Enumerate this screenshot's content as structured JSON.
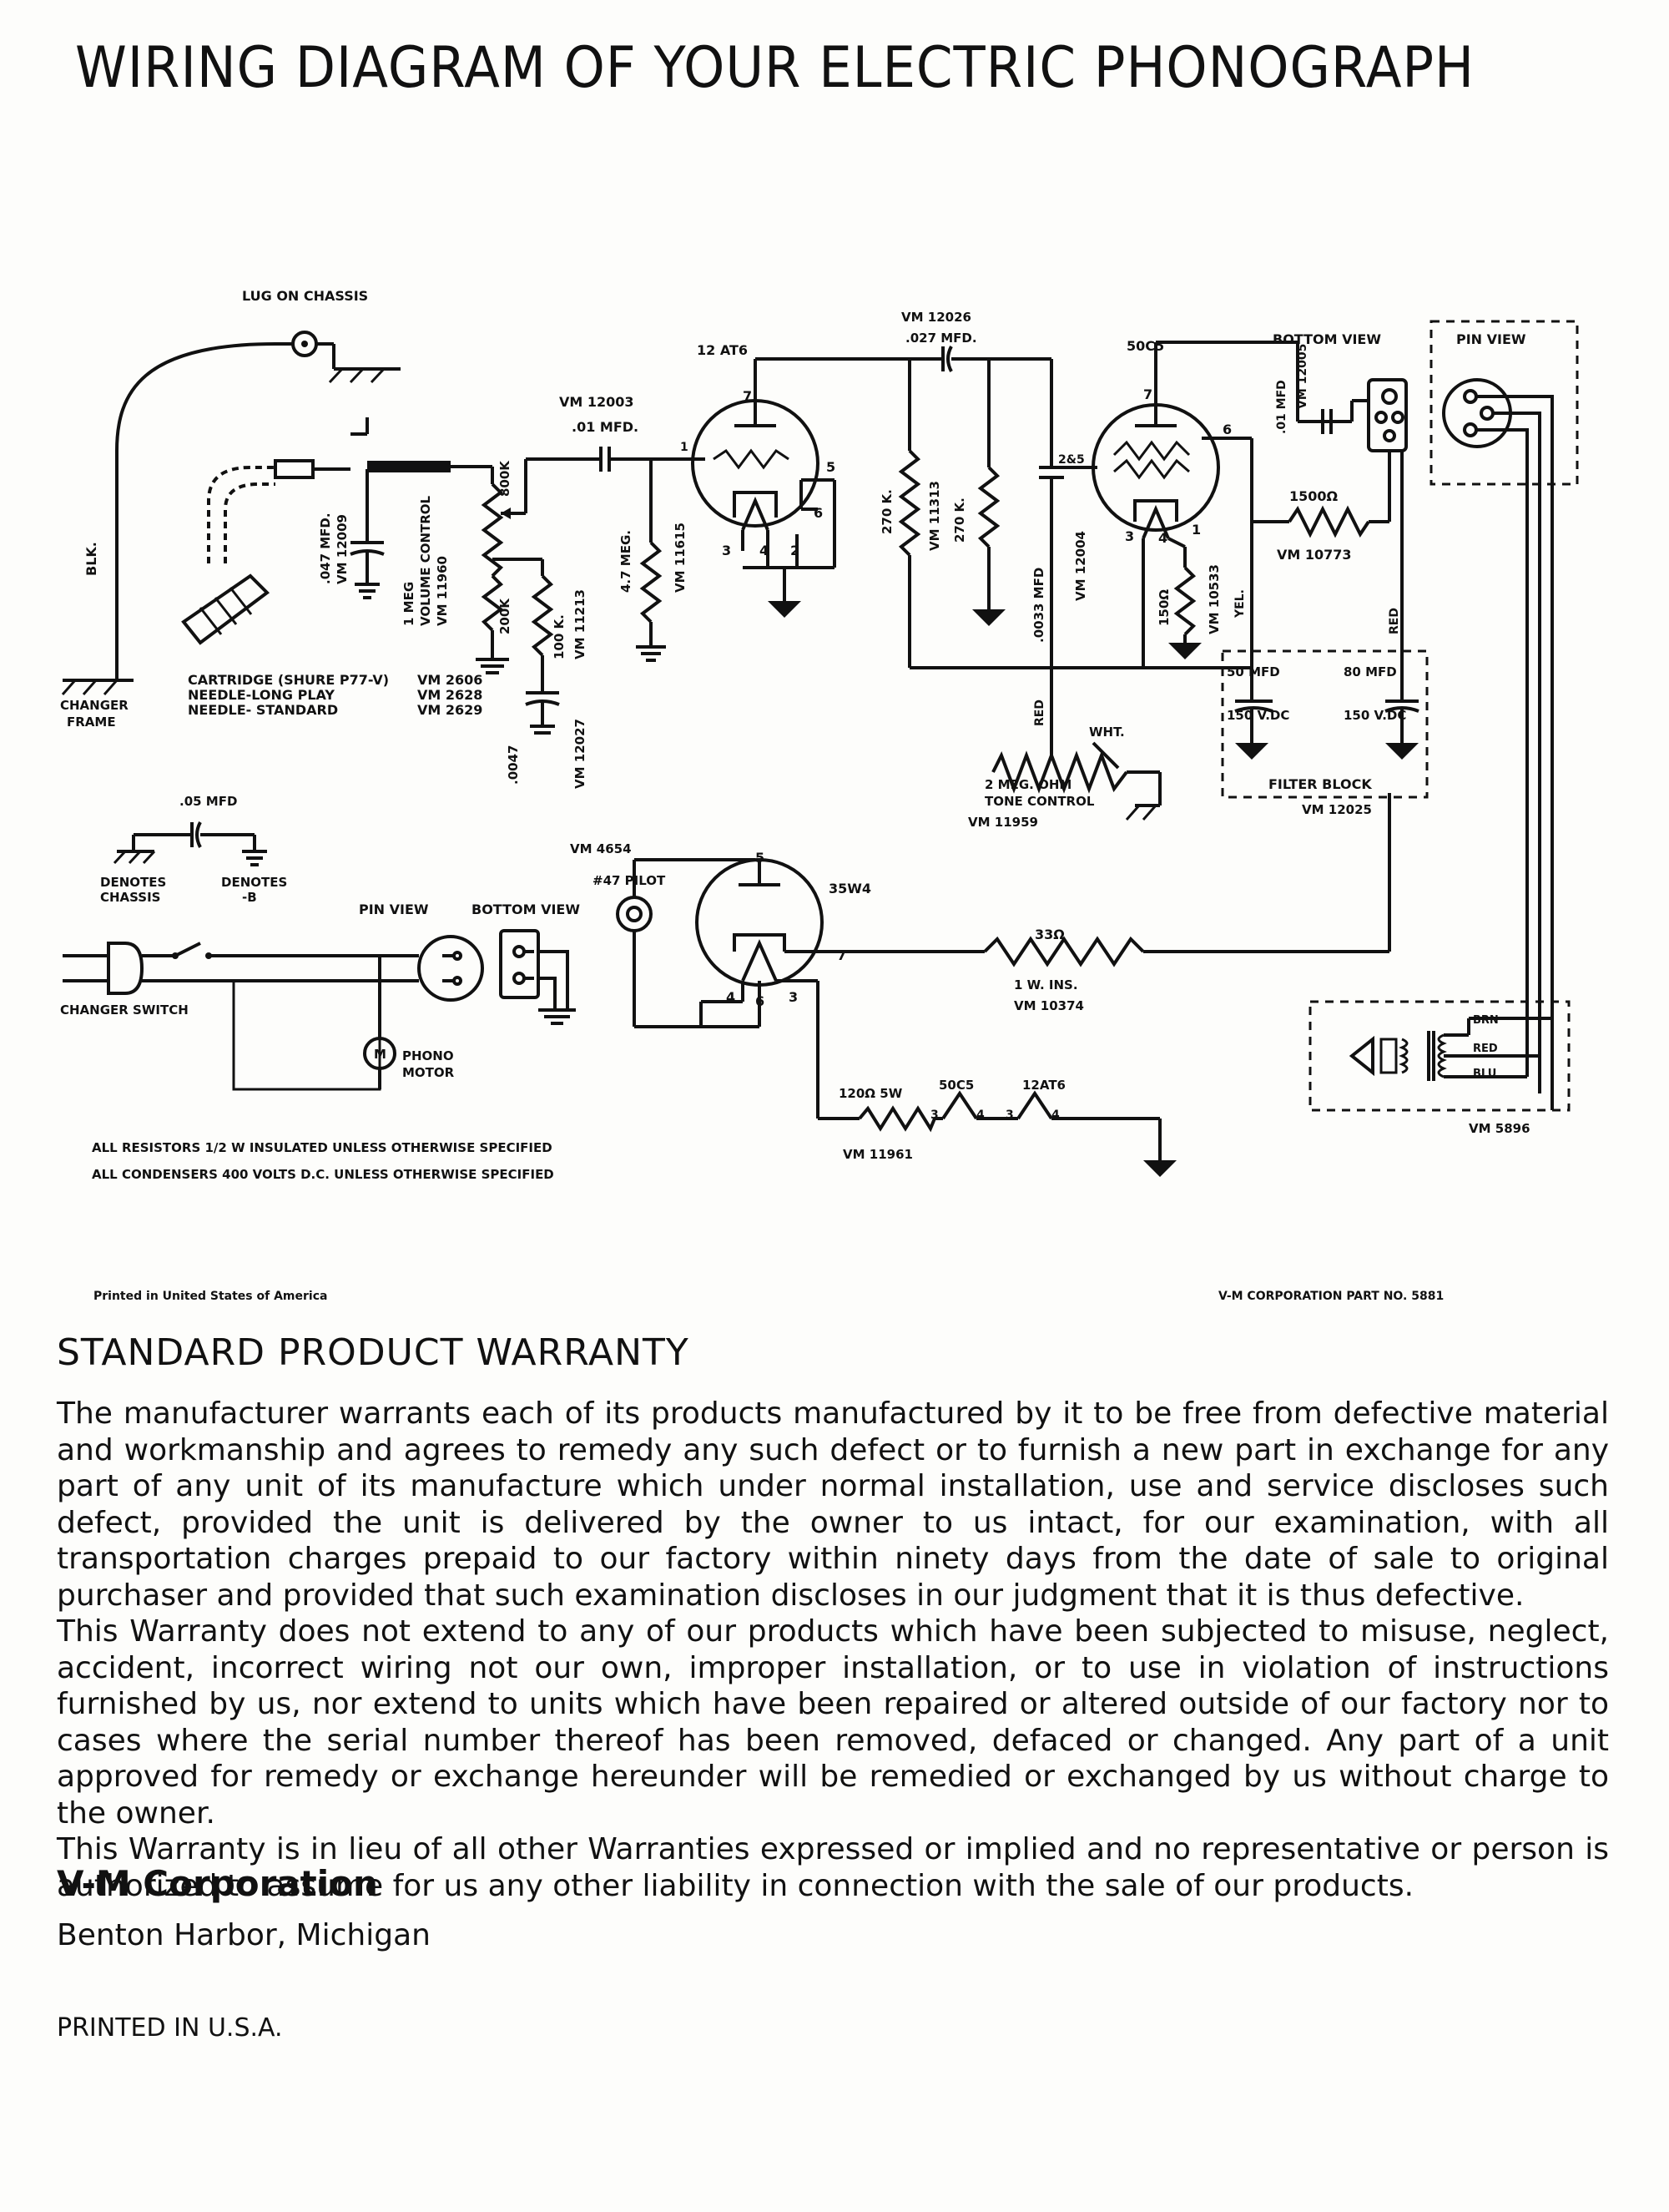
{
  "title": "WIRING DIAGRAM OF YOUR ELECTRIC PHONOGRAPH",
  "diagram": {
    "lug_on_chassis": "LUG ON CHASSIS",
    "blk": "BLK.",
    "changer_frame": [
      "CHANGER",
      "FRAME"
    ],
    "cartridge": [
      {
        "name": "CARTRIDGE (SHURE P77-V)",
        "part": "VM 2606"
      },
      {
        "name": "NEEDLE-LONG PLAY",
        "part": "VM 2628"
      },
      {
        "name": "NEEDLE- STANDARD",
        "part": "VM 2629"
      }
    ],
    "cap_047_label": [
      ".047 MFD.",
      "VM 12009"
    ],
    "volume_control": [
      "1 MEG",
      "VOLUME CONTROL",
      "VM 11960"
    ],
    "pot_800k": "800K",
    "pot_200k": "200K",
    "cap_12003": [
      "VM 12003",
      ".01 MFD."
    ],
    "res_100k": [
      "100 K.",
      "VM 11213"
    ],
    "cap_0047": [
      ".0047",
      "VM 12027"
    ],
    "res_47meg": [
      "4.7 MEG.",
      "VM 11615"
    ],
    "tube_12at6": "12 AT6",
    "tube_12at6_pins": [
      "7",
      "1",
      "5",
      "6",
      "3",
      "4",
      "2"
    ],
    "cap_12026": [
      "VM 12026",
      ".027 MFD."
    ],
    "res_270k_a": [
      "270 K.",
      "VM 11313"
    ],
    "res_270k_b": "270 K.",
    "cap_0033": [
      ".0033 MFD",
      "VM 12004"
    ],
    "red": "RED",
    "wht": "WHT.",
    "tone_control": [
      "2 MEG. OHM",
      "TONE CONTROL",
      "VM 11959"
    ],
    "tube_50c5": "50C5",
    "tube_50c5_pins": [
      "7",
      "6",
      "2&5",
      "3",
      "4",
      "1"
    ],
    "res_150": [
      "150Ω",
      "VM 10533"
    ],
    "yel": "YEL.",
    "bottom_view": "BOTTOM VIEW",
    "pin_view": "PIN VIEW",
    "cap_01_label": [
      ".01 MFD",
      "VM 12005"
    ],
    "res_1500": [
      "1500Ω",
      "VM 10773"
    ],
    "red2": "RED",
    "filter_caps": [
      {
        "mfd": "50 MFD",
        "volts": "150 V.DC"
      },
      {
        "mfd": "80 MFD",
        "volts": "150 V.DC"
      }
    ],
    "filter_block": [
      "FILTER BLOCK",
      "VM 12025"
    ],
    "cap_05": ".05 MFD",
    "denotes_chassis": [
      "DENOTES",
      "CHASSIS"
    ],
    "denotes_b": [
      "DENOTES",
      "-B"
    ],
    "pin_view2": "PIN VIEW",
    "bottom_view2": "BOTTOM VIEW",
    "changer_switch": "CHANGER SWITCH",
    "motor_symbol": "M",
    "phono_motor": [
      "PHONO",
      "MOTOR"
    ],
    "pilot": [
      "VM 4654",
      "#47 PILOT"
    ],
    "tube_35w4": "35W4",
    "tube_35w4_pins": [
      "5",
      "7",
      "4",
      "6",
      "3"
    ],
    "res_33": [
      "33Ω",
      "1 W. INS.",
      "VM 10374"
    ],
    "res_120": [
      "120Ω 5W",
      "VM 11961"
    ],
    "heater_50c5": [
      "50C5",
      "3",
      "4"
    ],
    "heater_12at6": [
      "12AT6",
      "3",
      "4"
    ],
    "speaker": [
      "BRN",
      "RED",
      "BLU",
      "VM 5896"
    ],
    "note_resistors": "ALL RESISTORS 1/2 W INSULATED UNLESS OTHERWISE SPECIFIED",
    "note_condensers": "ALL CONDENSERS 400 VOLTS D.C. UNLESS OTHERWISE SPECIFIED"
  },
  "footer_left": "Printed in United States of America",
  "footer_right": "V-M CORPORATION PART NO. 5881",
  "warranty": {
    "heading": "STANDARD PRODUCT WARRANTY",
    "paragraphs": [
      "The manufacturer warrants each of its products manufactured by it to be free from defective material and workmanship and agrees to remedy any such defect or to furnish a new part in exchange for any part of any unit of its manufacture which under normal installation, use and service discloses such defect, provided the unit is delivered by the owner to us intact, for our examination, with all transportation charges prepaid to our factory within ninety days from the date of sale to original purchaser and provided that such examination discloses in our judgment that it is thus defective.",
      "This Warranty does not extend to any of our products which have been subjected to misuse, neglect, accident, incorrect wiring not our own, improper installation, or to use in violation of instructions furnished by us, nor extend to units which have been repaired or altered outside of our factory nor to cases where the serial number thereof has been removed, defaced or changed. Any part of a unit approved for remedy or exchange hereunder will be remedied or exchanged by us without charge to the owner.",
      "This Warranty is in lieu of all other Warranties expressed or implied and no representative or person is authorized to assume for us any other liability in connection with the sale of our products."
    ]
  },
  "company": "V-M Corporation",
  "city": "Benton Harbor, Michigan",
  "printed_usa": "PRINTED IN U.S.A."
}
